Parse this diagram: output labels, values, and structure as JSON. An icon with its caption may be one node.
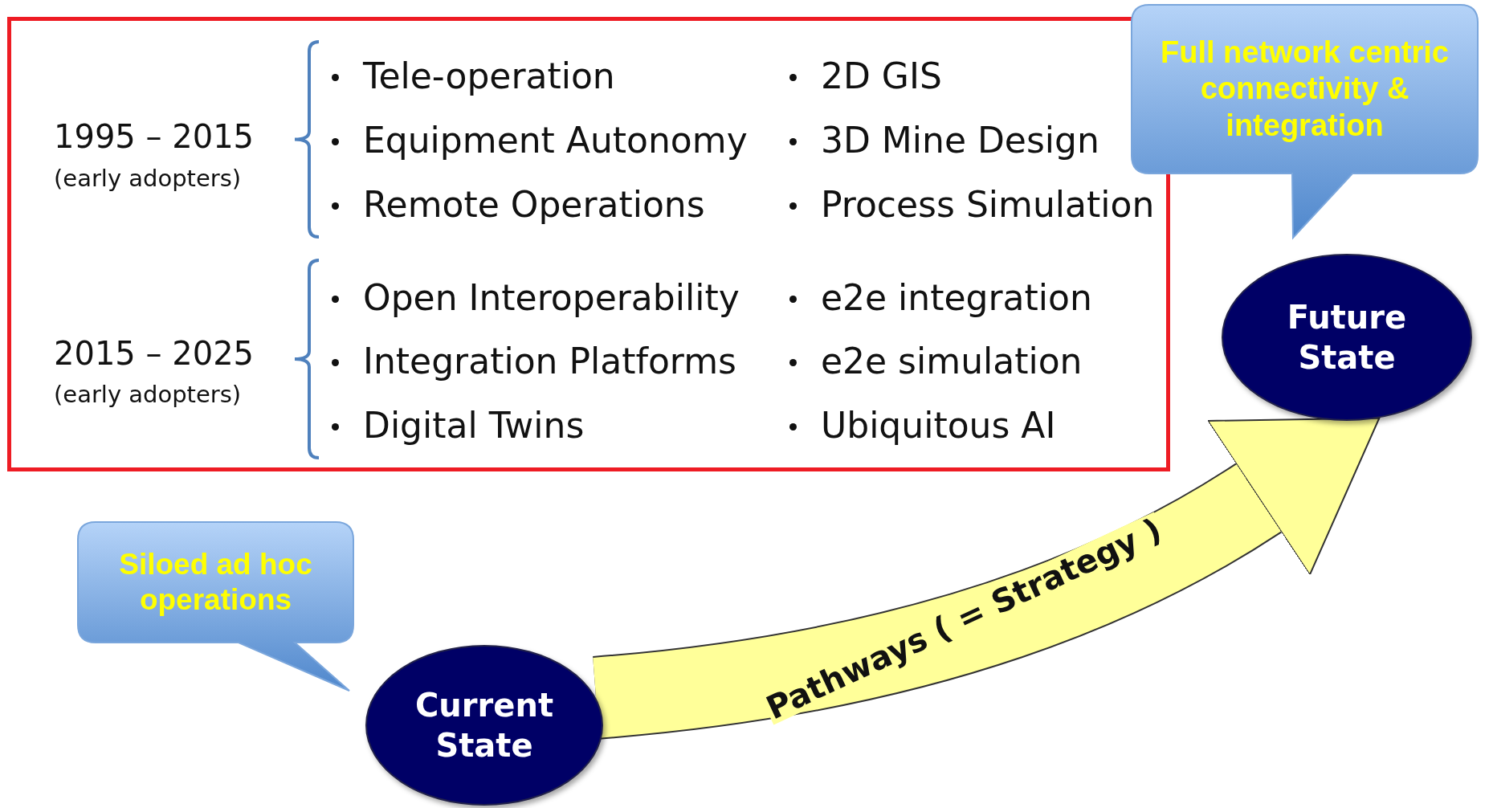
{
  "diagram": {
    "nodes": [
      {
        "text": [
          "1995 – 2015",
          "(early adopters)",
          "Tele-operation",
          "2D GIS",
          "Equipment Autonomy",
          "3D Mine Design",
          "Remote Operations",
          "Process Simulation",
          "2015 – 2025",
          "(early adopters)",
          "Open Interoperability",
          "e2e integration",
          "Integration Platforms",
          "e2e simulation",
          "Digital Twins",
          "Ubiquitous AI"
        ]
      },
      {
        "text": [
          "Full network centric connectivity & integration"
        ]
      },
      {
        "text": [
          "Future State"
        ]
      },
      {
        "text": [
          "Siloed ad hoc operations"
        ]
      },
      {
        "text": [
          "Current State"
        ]
      }
    ],
    "edges": [
      {
        "from": 4,
        "to": 2,
        "arrow": "to",
        "label": "Pathways ( = Strategy )",
        "color": "#ffff99"
      }
    ]
  }
}
